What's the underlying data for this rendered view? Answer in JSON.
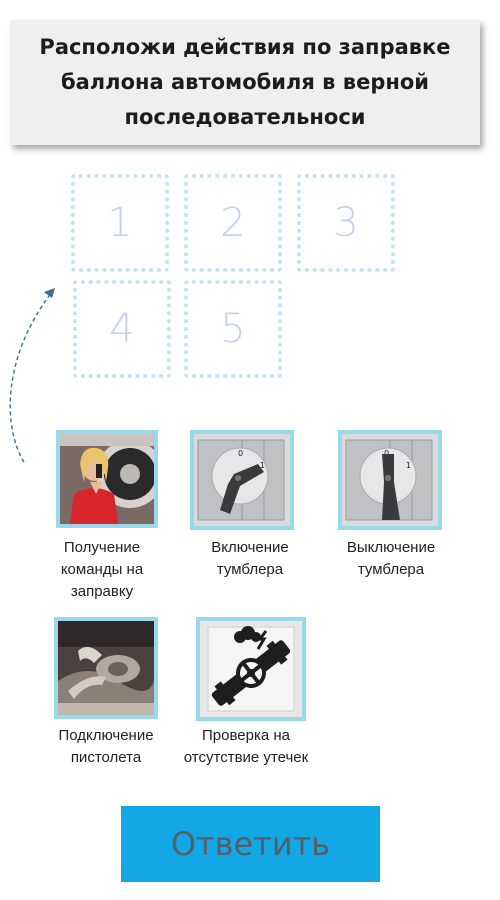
{
  "title": "Расположи действия по заправке баллона автомобиля  в верной последовательноси",
  "slots": [
    "1",
    "2",
    "3",
    "4",
    "5"
  ],
  "cards": [
    {
      "label": "Получение команды на заправку",
      "icon": "woman-talking-on-radio-photo"
    },
    {
      "label": "Включение тумблера",
      "icon": "rotary-switch-on-icon"
    },
    {
      "label": "Выключение тумблера",
      "icon": "rotary-switch-off-icon"
    },
    {
      "label": "Подключение пистолета",
      "icon": "fuel-nozzle-connection-photo"
    },
    {
      "label": "Проверка на отсутствие утечек",
      "icon": "pipe-leak-icon"
    }
  ],
  "answer_button": "Ответить",
  "colors": {
    "slot_border": "#bfe4f2",
    "slot_number": "#c5d3e8",
    "card_border": "#9ad9ec",
    "button_bg": "#14a7e6",
    "button_text": "#555f68",
    "header_bg": "#efefef"
  }
}
